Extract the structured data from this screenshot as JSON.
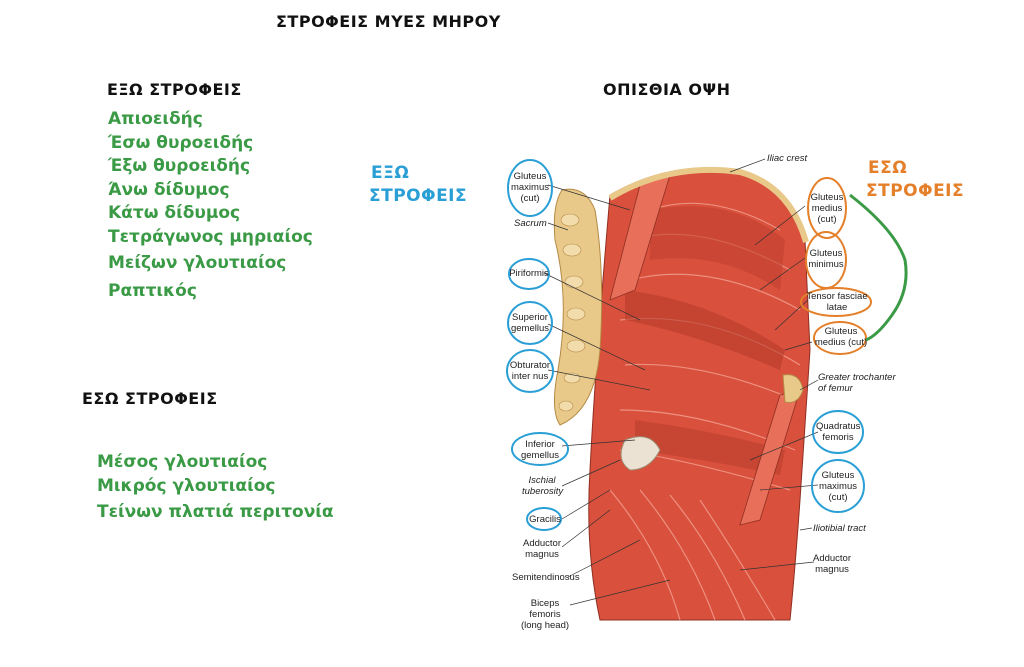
{
  "title": "ΣΤΡΟΦΕΙΣ ΜΥΕΣ ΜΗΡΟΥ",
  "view_title": "ΟΠΙΣΘΙΑ ΟΨΗ",
  "group1": {
    "heading": "ΕΞΩ ΣΤΡΟΦΕΙΣ",
    "items": [
      "Απιοειδής",
      "Έσω θυροειδής",
      "Έξω θυροειδής",
      "Άνω δίδυμος",
      "Κάτω δίδυμος",
      "Τετράγωνος μηριαίος",
      "Μείζων γλουτιαίος",
      "Ραπτικός"
    ]
  },
  "group2": {
    "heading": "ΕΣΩ ΣΤΡΟΦΕΙΣ",
    "items": [
      "Μέσος γλουτιαίος",
      "Μικρός γλουτιαίος",
      "Τείνων πλατιά περιτονία"
    ]
  },
  "blue_label": {
    "line1": "ΕΞΩ",
    "line2": "ΣΤΡΟΦΕΙΣ"
  },
  "orange_label": {
    "line1": "ΕΣΩ",
    "line2": "ΣΤΡΟΦΕΙΣ"
  },
  "labels": {
    "gluteus_max_cut_left": [
      "Gluteus",
      "maximus",
      "(cut)"
    ],
    "sacrum": "Sacrum",
    "piriformis": "Piriformis",
    "superior_gemellus": [
      "Superior",
      "gemellus"
    ],
    "obturator_internus": [
      "Obturator",
      "inter nus"
    ],
    "inferior_gemellus": [
      "Inferior",
      "gemellus"
    ],
    "ischial_tuberosity": [
      "Ischial",
      "tuberosity"
    ],
    "gracilis": "Gracilis",
    "adductor_magnus_left": [
      "Adductor",
      "magnus"
    ],
    "semitendinosus": "Semitendinosus",
    "biceps_femoris": [
      "Biceps femoris",
      "(long head)"
    ],
    "iliac_crest": "Iliac crest",
    "gluteus_medius_cut_top": [
      "Gluteus",
      "medius",
      "(cut)"
    ],
    "gluteus_minimus": [
      "Gluteus",
      "minimus"
    ],
    "tensor_fasciae_latae": [
      "Tensor fasciae",
      "latae"
    ],
    "gluteus_medius_cut_low": [
      "Gluteus",
      "medius (cut)"
    ],
    "greater_trochanter": [
      "Greater trochanter",
      "of femur"
    ],
    "quadratus_femoris": [
      "Quadratus",
      "femoris"
    ],
    "gluteus_max_cut_right": [
      "Gluteus",
      "maximus",
      "(cut)"
    ],
    "iliotibial_tract": "Iliotibial tract",
    "adductor_magnus_right": [
      "Adductor",
      "magnus"
    ]
  },
  "colors": {
    "green": "#3a9a45",
    "blue": "#2a9fd6",
    "orange": "#e47f2a",
    "muscle": "#d9503c",
    "bone": "#e9c98a"
  }
}
